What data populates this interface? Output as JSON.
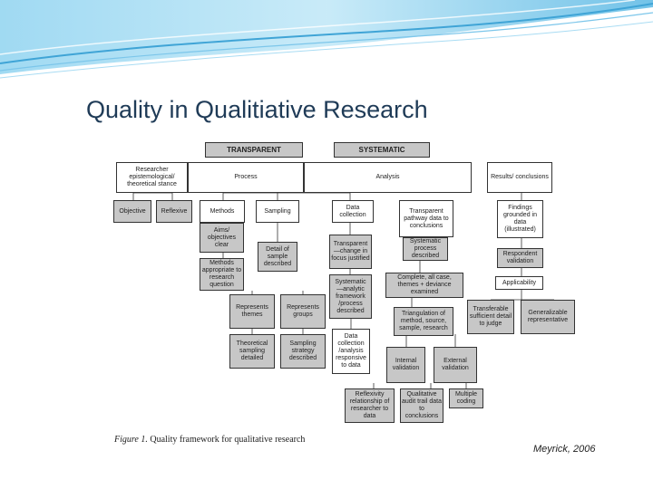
{
  "slide": {
    "title": "Quality in Qualitiative Research",
    "credit": "Meyrick, 2006"
  },
  "diagram": {
    "headers": {
      "transparent": "TRANSPARENT",
      "systematic": "SYSTEMATIC"
    },
    "boxes": {
      "researcher": "Researcher epistemological/ theoretical stance",
      "process": "Process",
      "analysis": "Analysis",
      "results": "Results/ conclusions",
      "objective": "Objective",
      "reflexive": "Reflexive",
      "methods": "Methods",
      "sampling": "Sampling",
      "data_collection": "Data collection",
      "transparent_pathway": "Transparent pathway data to conclusions",
      "findings_grounded": "Findings grounded in data (illustrated)",
      "aims_clear": "Aims/ objectives clear",
      "detail_sample": "Detail of sample described",
      "transparent_focus": "Transparent —change in focus justified",
      "systematic_process": "Systematic process described",
      "respondent_validation": "Respondent validation",
      "methods_appropriate": "Methods appropriate to research question",
      "systematic_analytic": "Systematic —analytic framework /process described",
      "complete_case": "Complete, all case, themes + deviance examined",
      "applicability": "Applicability",
      "represents_themes": "Represents themes",
      "represents_groups": "Represents groups",
      "transferable": "Transferable sufficient detail to judge",
      "generalizable": "Generalizable representative",
      "triangulation": "Triangulation of method, source, sample, research",
      "theoretical_sampling": "Theoretical sampling detailed",
      "sampling_strategy": "Sampling strategy described",
      "data_collection_analysis": "Data collection /analysis responsive to data",
      "internal_validation": "Internal validation",
      "external_validation": "External validation",
      "reflexivity": "Reflexivity relationship of researcher to data",
      "qualitative_audit": "Qualitative audit trail data to conclusions",
      "multiple_coding": "Multiple coding"
    },
    "caption": {
      "figure_label": "Figure 1.",
      "text": "Quality framework for qualitative research"
    }
  },
  "colors": {
    "grey_box": "#c7c7c7",
    "title": "#1f3b57",
    "swoosh": "#3fa4d6"
  }
}
